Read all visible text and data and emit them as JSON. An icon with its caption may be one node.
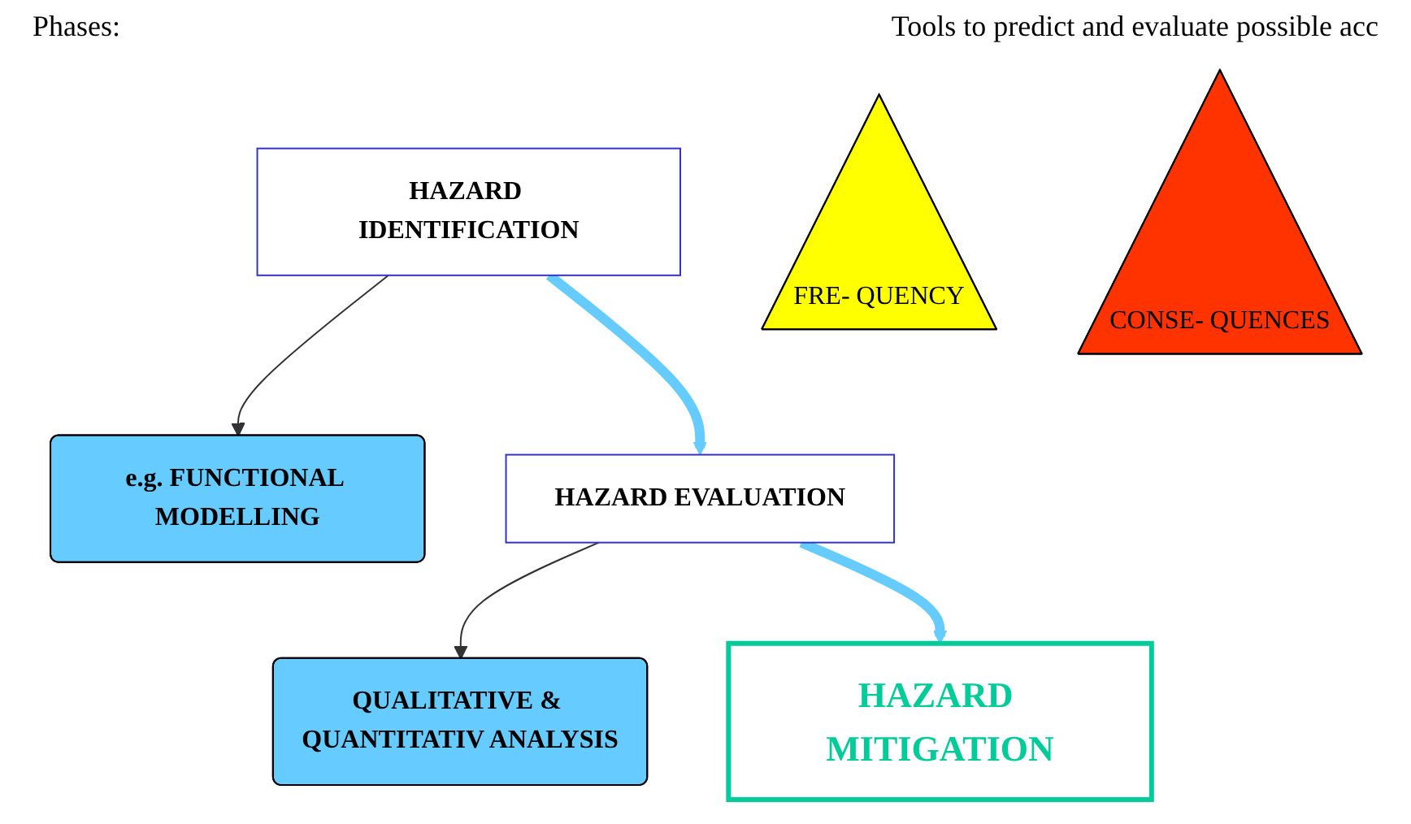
{
  "diagram": {
    "nodes": [
      {
        "text": [
          "HAZARD IDENTIFICATION"
        ]
      },
      {
        "text": [
          "e.g. FUNCTIONAL MODELLING"
        ]
      },
      {
        "text": [
          "HAZARD EVALUATION"
        ]
      },
      {
        "text": [
          "QUALITATIVE & QUANTITATIV ANALYSIS"
        ]
      },
      {
        "text": [
          "FRE- QUENCY"
        ]
      },
      {
        "text": [
          "CONSE- QUENCES"
        ]
      },
      {
        "text": [
          "HAZARD MITIGATION"
        ]
      }
    ],
    "edges": [
      {
        "from": 0,
        "to": 1,
        "arrow": "to"
      },
      {
        "from": 0,
        "to": 2,
        "arrow": "to",
        "style": "thick",
        "color": "#66ccff"
      },
      {
        "from": 2,
        "to": 3,
        "arrow": "to"
      },
      {
        "from": 2,
        "to": 6,
        "arrow": "to",
        "style": "thick",
        "color": "#66ccff"
      }
    ],
    "labels": [
      "Phases:",
      "Tools to predict and evaluate possible acc"
    ]
  }
}
